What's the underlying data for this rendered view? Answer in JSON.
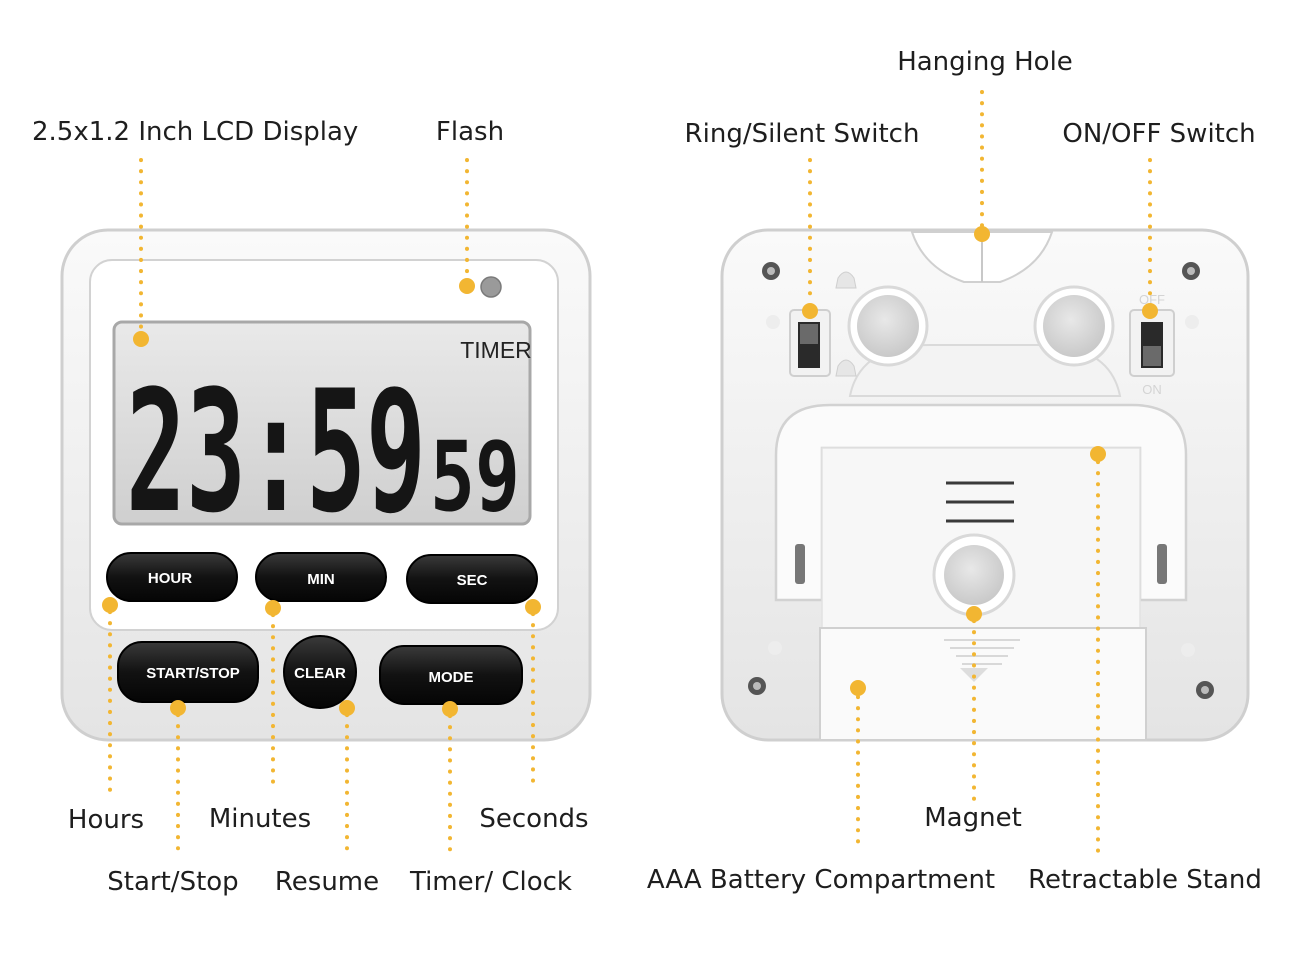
{
  "front": {
    "display": {
      "mode_label": "TIMER",
      "hours_minutes": "23:59",
      "seconds": "59"
    },
    "buttons": {
      "hour": "HOUR",
      "min": "MIN",
      "sec": "SEC",
      "start_stop": "START/STOP",
      "clear": "CLEAR",
      "mode": "MODE"
    }
  },
  "back": {
    "switch_on": "ON",
    "switch_off": "OFF"
  },
  "callouts": {
    "lcd_display": "2.5x1.2 Inch LCD Display",
    "flash": "Flash",
    "hours": "Hours",
    "minutes": "Minutes",
    "seconds": "Seconds",
    "start_stop": "Start/Stop",
    "resume": "Resume",
    "timer_clock": "Timer/ Clock",
    "hanging_hole": "Hanging Hole",
    "ring_silent_switch": "Ring/Silent Switch",
    "on_off_switch": "ON/OFF Switch",
    "magnet": "Magnet",
    "battery_compartment": "AAA Battery Compartment",
    "retractable_stand": "Retractable Stand"
  },
  "colors": {
    "accent": "#f2b632",
    "body": "#ffffff",
    "lcd": "#dcdcdc",
    "buttons": "#111111"
  }
}
